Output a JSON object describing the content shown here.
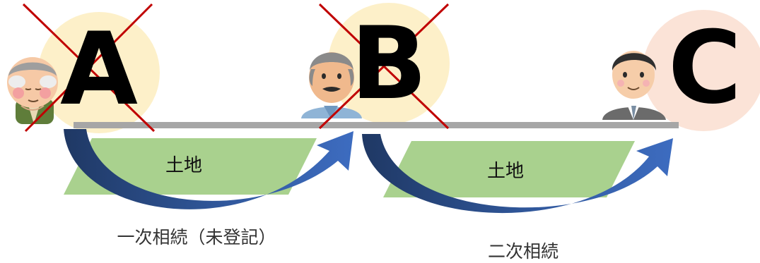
{
  "persons": [
    {
      "letter": "A",
      "deceased": true,
      "circle_color": "#fdf0c9",
      "icon": "elderly-man-icon"
    },
    {
      "letter": "B",
      "deceased": true,
      "circle_color": "#fdf0c9",
      "icon": "middle-aged-man-icon"
    },
    {
      "letter": "C",
      "deceased": false,
      "circle_color": "#fbe3d7",
      "icon": "businessman-icon"
    }
  ],
  "land_labels": [
    "土地",
    "土地"
  ],
  "captions": {
    "first_inheritance": "一次相続（未登記）",
    "second_inheritance": "二次相続"
  },
  "colors": {
    "land_fill": "#a9d18e",
    "arrow": "#2f5597",
    "cross": "#c00000",
    "timeline": "#a6a6a6"
  }
}
